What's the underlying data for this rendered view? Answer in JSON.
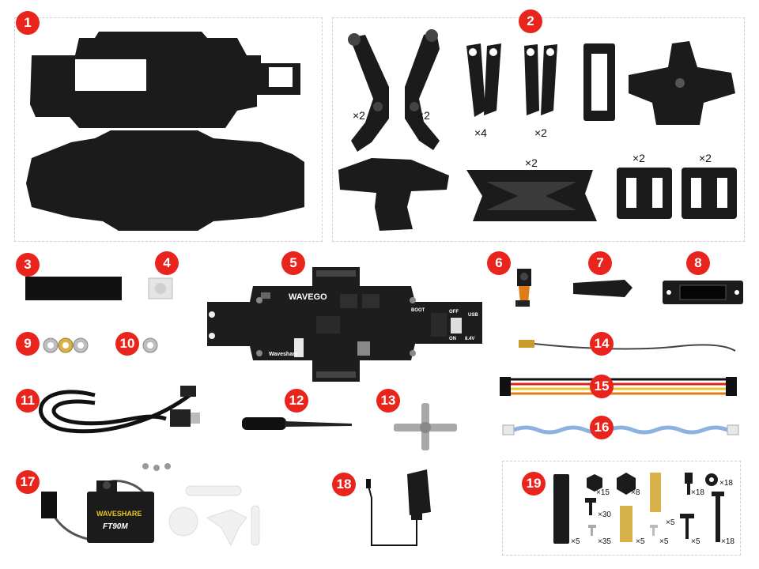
{
  "items": [
    {
      "number": "1"
    },
    {
      "number": "2"
    },
    {
      "number": "3"
    },
    {
      "number": "4"
    },
    {
      "number": "5"
    },
    {
      "number": "6"
    },
    {
      "number": "7"
    },
    {
      "number": "8"
    },
    {
      "number": "9"
    },
    {
      "number": "10"
    },
    {
      "number": "11"
    },
    {
      "number": "12"
    },
    {
      "number": "13"
    },
    {
      "number": "14"
    },
    {
      "number": "15"
    },
    {
      "number": "16"
    },
    {
      "number": "17"
    },
    {
      "number": "18"
    },
    {
      "number": "19"
    }
  ],
  "group2_quantities": {
    "leg_left": "×2",
    "leg_right": "×2",
    "link_a": "×4",
    "link_b": "×2",
    "housing": "×2",
    "bracket_a": "×2",
    "bracket_b": "×2"
  },
  "board": {
    "name": "WAVEGO",
    "brand": "Waveshare",
    "switch_off": "OFF",
    "switch_on": "ON",
    "power": "8.4V",
    "boot": "BOOT",
    "usb": "USB"
  },
  "servo": {
    "brand": "WAVESHARE",
    "model": "FT90M"
  },
  "hardware_quantities": {
    "nut_small": "×15",
    "nut_large": "×8",
    "screw_long": "×18",
    "washer": "×18",
    "screw_short": "×30",
    "standoff": "×5",
    "tube": "×5",
    "screw_tiny": "×35",
    "standoff_short": "×5",
    "screw_flat": "×5",
    "screw_cap": "×5",
    "screw_long_b": "×18"
  },
  "colors": {
    "badge": "#e8241c",
    "part": "#1a1a1a",
    "panel_border": "#cfcfcf"
  }
}
